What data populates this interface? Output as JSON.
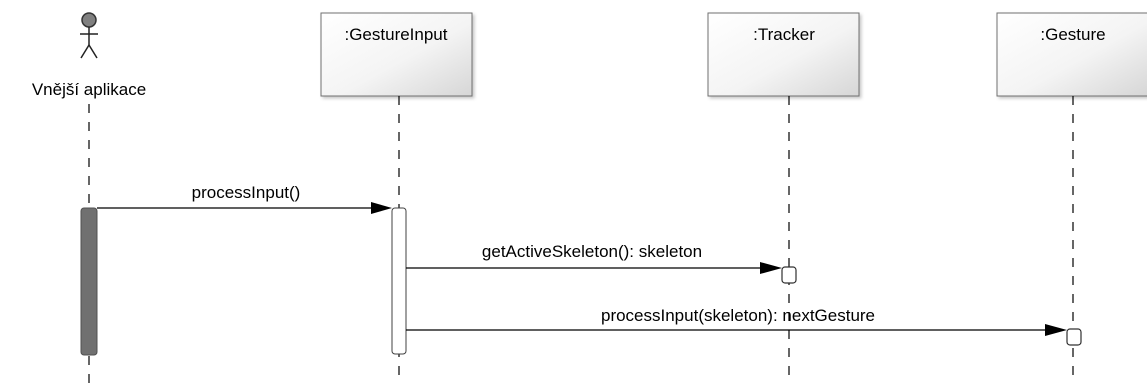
{
  "diagram": {
    "actor": {
      "label": "Vnější aplikace"
    },
    "lifelines": [
      {
        "label": ":GestureInput"
      },
      {
        "label": ":Tracker"
      },
      {
        "label": ":Gesture"
      }
    ],
    "messages": [
      {
        "label": "processInput()"
      },
      {
        "label": "getActiveSkeleton(): skeleton"
      },
      {
        "label": "processInput(skeleton): nextGesture"
      }
    ]
  }
}
